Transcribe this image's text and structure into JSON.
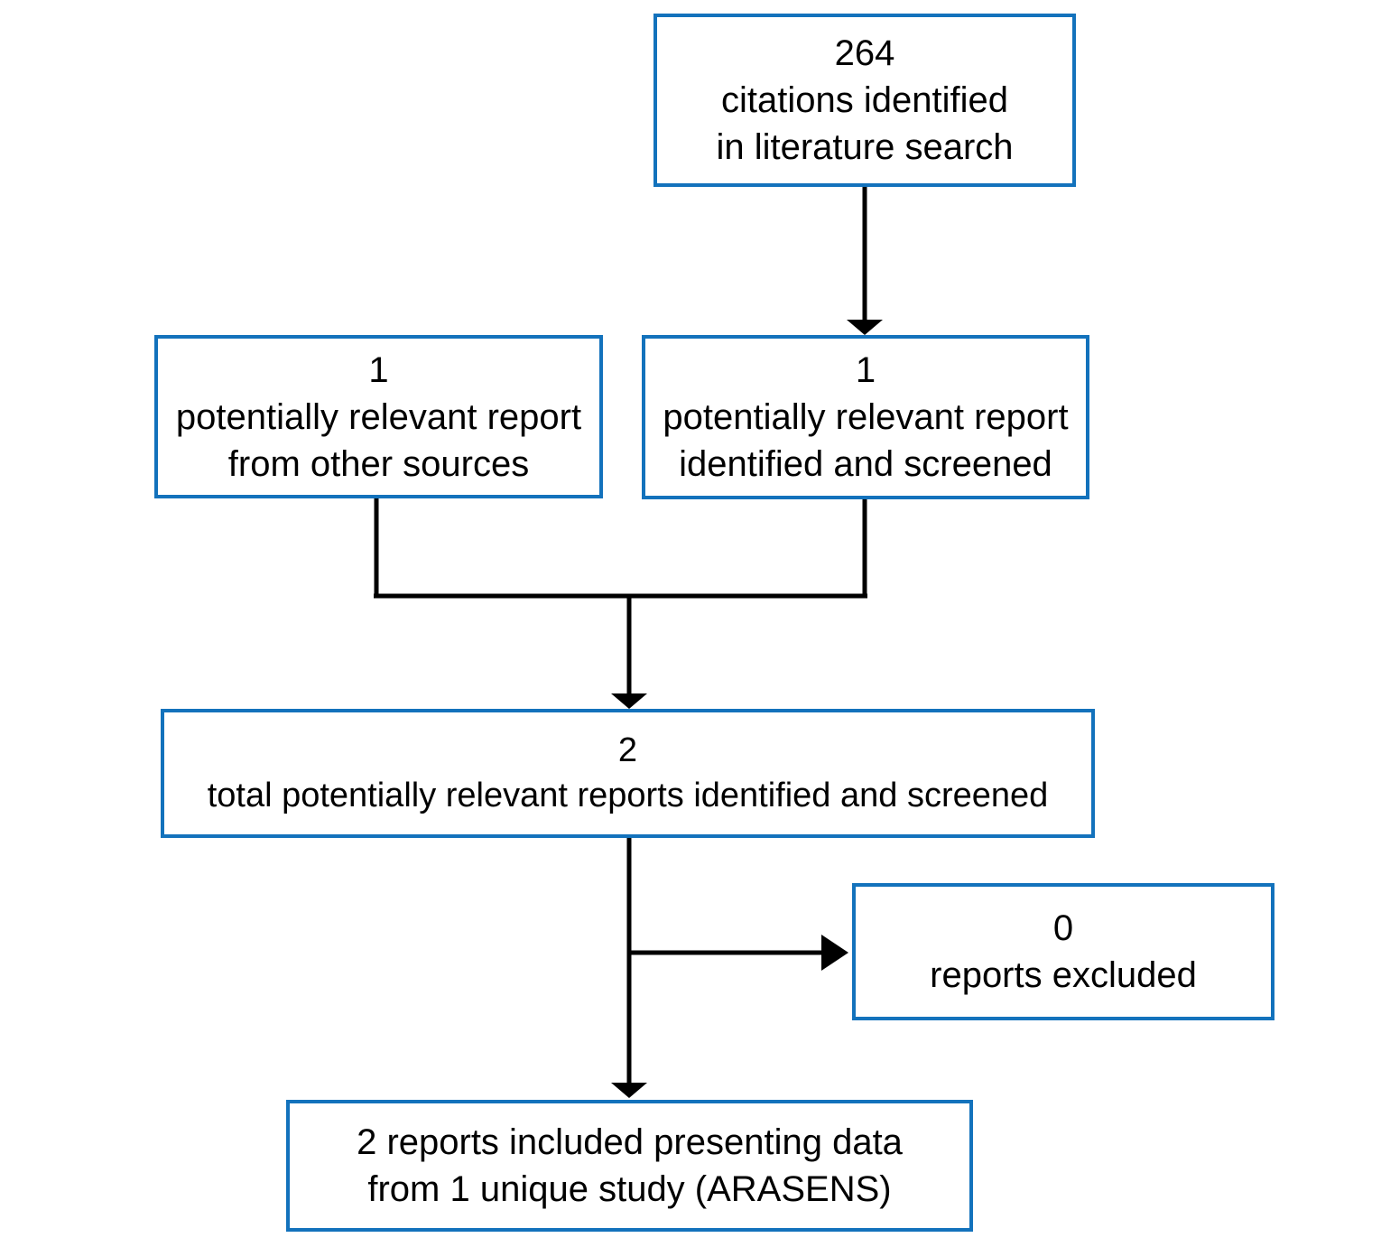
{
  "diagram": {
    "type": "prisma-flow-diagram",
    "title": "PRISMA study selection flow diagram",
    "colors": {
      "box_border": "#1372bc",
      "box_fill": "#ffffff",
      "connector": "#000000",
      "text": "#000000",
      "background": "#ffffff"
    },
    "nodes": [
      {
        "id": "identified",
        "name": "citations-identified",
        "count": "264",
        "lines": [
          "264",
          "citations identified",
          "in literature search"
        ]
      },
      {
        "id": "other-sources",
        "name": "potentially-relevant-other-sources",
        "count": "1",
        "lines": [
          "1",
          "potentially relevant report",
          "from other sources"
        ]
      },
      {
        "id": "screened",
        "name": "potentially-relevant-screened",
        "count": "1",
        "lines": [
          "1",
          "potentially relevant report",
          "identified and screened"
        ]
      },
      {
        "id": "total",
        "name": "total-potentially-relevant",
        "count": "2",
        "lines": [
          "2",
          "total potentially relevant reports identified and screened"
        ]
      },
      {
        "id": "excluded",
        "name": "reports-excluded",
        "count": "0",
        "lines": [
          "0",
          "reports excluded"
        ]
      },
      {
        "id": "included",
        "name": "reports-included",
        "count": "2",
        "lines": [
          "2 reports included presenting data",
          "from 1 unique study (ARASENS)"
        ]
      }
    ],
    "edges": [
      {
        "id": "e1",
        "name": "arrow-identified-to-screened",
        "from": "identified",
        "to": "screened",
        "style": "vertical-arrow"
      },
      {
        "id": "e2",
        "name": "merge-other-sources-and-screened-to-total",
        "from": [
          "other-sources",
          "screened"
        ],
        "to": "total",
        "style": "merge-arrow"
      },
      {
        "id": "e3",
        "name": "arrow-total-to-excluded",
        "from": "total",
        "to": "excluded",
        "style": "horizontal-branch-arrow"
      },
      {
        "id": "e4",
        "name": "arrow-total-to-included",
        "from": "total",
        "to": "included",
        "style": "vertical-arrow"
      }
    ]
  }
}
